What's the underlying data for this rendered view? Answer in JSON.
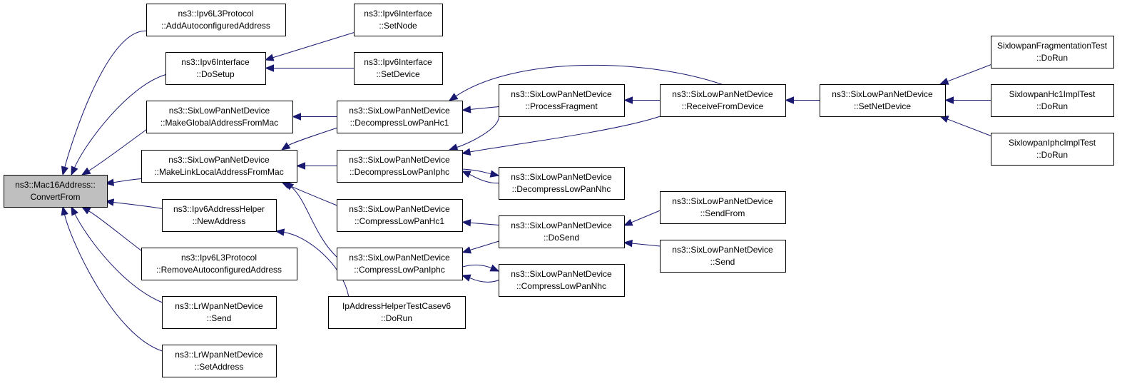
{
  "colors": {
    "edge": "#191970",
    "root_fill": "#bfbfbf",
    "node_fill": "#ffffff",
    "node_border": "#000000"
  },
  "nodes": [
    {
      "id": "root",
      "lines": [
        "ns3::Mac16Address::",
        "ConvertFrom"
      ],
      "root": true
    },
    {
      "id": "l3add",
      "lines": [
        "ns3::Ipv6L3Protocol",
        "::AddAutoconfiguredAddress"
      ]
    },
    {
      "id": "dosetup",
      "lines": [
        "ns3::Ipv6Interface",
        "::DoSetup"
      ]
    },
    {
      "id": "setnode",
      "lines": [
        "ns3::Ipv6Interface",
        "::SetNode"
      ]
    },
    {
      "id": "setdevice",
      "lines": [
        "ns3::Ipv6Interface",
        "::SetDevice"
      ]
    },
    {
      "id": "mkglobal",
      "lines": [
        "ns3::SixLowPanNetDevice",
        "::MakeGlobalAddressFromMac"
      ]
    },
    {
      "id": "dechc1",
      "lines": [
        "ns3::SixLowPanNetDevice",
        "::DecompressLowPanHc1"
      ]
    },
    {
      "id": "procfrag",
      "lines": [
        "ns3::SixLowPanNetDevice",
        "::ProcessFragment"
      ]
    },
    {
      "id": "recvdev",
      "lines": [
        "ns3::SixLowPanNetDevice",
        "::ReceiveFromDevice"
      ]
    },
    {
      "id": "setnetdev",
      "lines": [
        "ns3::SixLowPanNetDevice",
        "::SetNetDevice"
      ]
    },
    {
      "id": "fragtest",
      "lines": [
        "SixlowpanFragmentationTest",
        "::DoRun"
      ]
    },
    {
      "id": "hc1test",
      "lines": [
        "SixlowpanHc1ImplTest",
        "::DoRun"
      ]
    },
    {
      "id": "iphctest",
      "lines": [
        "SixlowpanIphcImplTest",
        "::DoRun"
      ]
    },
    {
      "id": "mklink",
      "lines": [
        "ns3::SixLowPanNetDevice",
        "::MakeLinkLocalAddressFromMac"
      ]
    },
    {
      "id": "deciphc",
      "lines": [
        "ns3::SixLowPanNetDevice",
        "::DecompressLowPanIphc"
      ]
    },
    {
      "id": "decnhc",
      "lines": [
        "ns3::SixLowPanNetDevice",
        "::DecompressLowPanNhc"
      ]
    },
    {
      "id": "newaddr",
      "lines": [
        "ns3::Ipv6AddressHelper",
        "::NewAddress"
      ]
    },
    {
      "id": "comphc1",
      "lines": [
        "ns3::SixLowPanNetDevice",
        "::CompressLowPanHc1"
      ]
    },
    {
      "id": "dosend",
      "lines": [
        "ns3::SixLowPanNetDevice",
        "::DoSend"
      ]
    },
    {
      "id": "sendfrom",
      "lines": [
        "ns3::SixLowPanNetDevice",
        "::SendFrom"
      ]
    },
    {
      "id": "send6lp",
      "lines": [
        "ns3::SixLowPanNetDevice",
        "::Send"
      ]
    },
    {
      "id": "compiphc",
      "lines": [
        "ns3::SixLowPanNetDevice",
        "::CompressLowPanIphc"
      ]
    },
    {
      "id": "compnhc",
      "lines": [
        "ns3::SixLowPanNetDevice",
        "::CompressLowPanNhc"
      ]
    },
    {
      "id": "l3remove",
      "lines": [
        "ns3::Ipv6L3Protocol",
        "::RemoveAutoconfiguredAddress"
      ]
    },
    {
      "id": "iptest",
      "lines": [
        "IpAddressHelperTestCasev6",
        "::DoRun"
      ]
    },
    {
      "id": "lrsend",
      "lines": [
        "ns3::LrWpanNetDevice",
        "::Send"
      ]
    },
    {
      "id": "lrsetaddr",
      "lines": [
        "ns3::LrWpanNetDevice",
        "::SetAddress"
      ]
    }
  ],
  "edges": [
    {
      "from": "l3add",
      "to": "root"
    },
    {
      "from": "dosetup",
      "to": "root"
    },
    {
      "from": "mkglobal",
      "to": "root"
    },
    {
      "from": "mklink",
      "to": "root"
    },
    {
      "from": "newaddr",
      "to": "root"
    },
    {
      "from": "l3remove",
      "to": "root"
    },
    {
      "from": "lrsend",
      "to": "root"
    },
    {
      "from": "lrsetaddr",
      "to": "root"
    },
    {
      "from": "setnode",
      "to": "dosetup"
    },
    {
      "from": "setdevice",
      "to": "dosetup"
    },
    {
      "from": "dechc1",
      "to": "mkglobal"
    },
    {
      "from": "dechc1",
      "to": "mklink"
    },
    {
      "from": "deciphc",
      "to": "mklink"
    },
    {
      "from": "comphc1",
      "to": "mklink"
    },
    {
      "from": "compiphc",
      "to": "mklink"
    },
    {
      "from": "procfrag",
      "to": "dechc1"
    },
    {
      "from": "recvdev",
      "to": "dechc1"
    },
    {
      "from": "procfrag",
      "to": "deciphc"
    },
    {
      "from": "recvdev",
      "to": "deciphc"
    },
    {
      "from": "decnhc",
      "to": "deciphc"
    },
    {
      "from": "deciphc",
      "to": "decnhc"
    },
    {
      "from": "recvdev",
      "to": "procfrag"
    },
    {
      "from": "setnetdev",
      "to": "recvdev"
    },
    {
      "from": "fragtest",
      "to": "setnetdev"
    },
    {
      "from": "hc1test",
      "to": "setnetdev"
    },
    {
      "from": "iphctest",
      "to": "setnetdev"
    },
    {
      "from": "dosend",
      "to": "comphc1"
    },
    {
      "from": "dosend",
      "to": "compiphc"
    },
    {
      "from": "compnhc",
      "to": "compiphc"
    },
    {
      "from": "compiphc",
      "to": "compnhc"
    },
    {
      "from": "sendfrom",
      "to": "dosend"
    },
    {
      "from": "send6lp",
      "to": "dosend"
    },
    {
      "from": "iptest",
      "to": "newaddr"
    }
  ]
}
